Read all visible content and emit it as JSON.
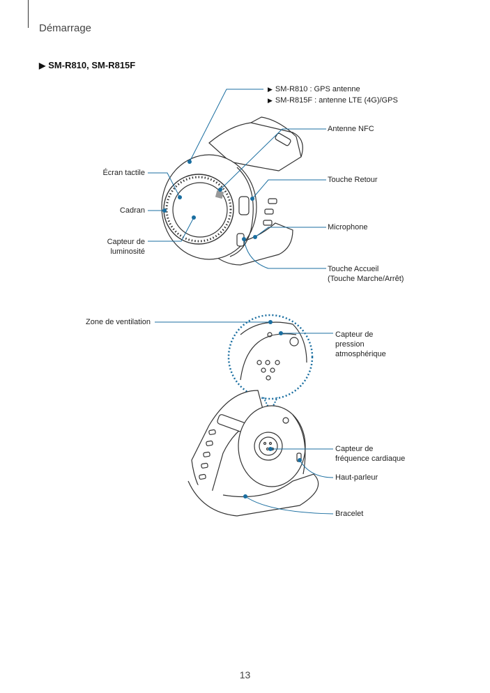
{
  "header": {
    "section_title": "Démarrage"
  },
  "model": {
    "heading": "SM-R810, SM-R815F"
  },
  "front": {
    "gps_line_1": "SM-R810 : GPS antenne",
    "gps_line_2": "SM-R815F : antenne LTE (4G)/GPS",
    "nfc": "Antenne NFC",
    "touchscreen": "Écran tactile",
    "back_key": "Touche Retour",
    "bezel": "Cadran",
    "microphone": "Microphone",
    "light_sensor_1": "Capteur de",
    "light_sensor_2": "luminosité",
    "home_key_1": "Touche Accueil",
    "home_key_2": "(Touche Marche/Arrêt)"
  },
  "rear": {
    "vent": "Zone de ventilation",
    "pressure_1": "Capteur de",
    "pressure_2": "pression",
    "pressure_3": "atmosphérique",
    "heart_1": "Capteur de",
    "heart_2": "fréquence cardiaque",
    "speaker": "Haut-parleur",
    "strap": "Bracelet"
  },
  "footer": {
    "page_number": "13"
  },
  "colors": {
    "callout": "#1a6ea0",
    "dotted_ring": "#1a6ea0"
  }
}
